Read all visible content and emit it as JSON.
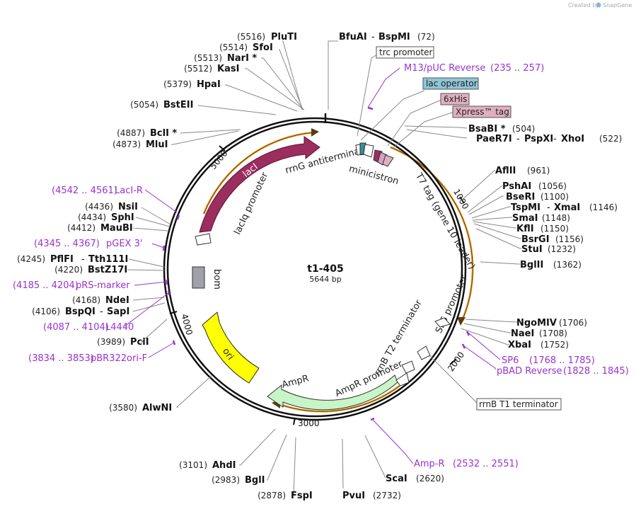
{
  "branding": {
    "created_by": "Created by",
    "product": "SnapGene"
  },
  "plasmid": {
    "name": "t1-405",
    "size": "5644 bp"
  },
  "ticks": [
    "1000",
    "2000",
    "3000",
    "4000",
    "5000"
  ],
  "enzymes": [
    {
      "id": "plut1",
      "pos": "(5516)",
      "name": "PluTI"
    },
    {
      "id": "sfoi",
      "pos": "(5514)",
      "name": "SfoI"
    },
    {
      "id": "nari",
      "pos": "(5513)",
      "name": "NarI *"
    },
    {
      "id": "kasi",
      "pos": "(5512)",
      "name": "KasI"
    },
    {
      "id": "hpai",
      "pos": "(5379)",
      "name": "HpaI"
    },
    {
      "id": "bsteii",
      "pos": "(5054)",
      "name": "BstEII"
    },
    {
      "id": "bcli",
      "pos": "(4887)",
      "name": "BclI *"
    },
    {
      "id": "mlui",
      "pos": "(4873)",
      "name": "MluI"
    },
    {
      "id": "nsii",
      "pos": "(4436)",
      "name": "NsiI"
    },
    {
      "id": "sphi",
      "pos": "(4434)",
      "name": "SphI"
    },
    {
      "id": "maubi",
      "pos": "(4412)",
      "name": "MauBI"
    },
    {
      "id": "pflfi",
      "pos": "(4245)",
      "name": "PflFI",
      "name2": "Tth111I"
    },
    {
      "id": "bstz17i",
      "pos": "(4220)",
      "name": "BstZ17I"
    },
    {
      "id": "ndei",
      "pos": "(4168)",
      "name": "NdeI"
    },
    {
      "id": "bspqi",
      "pos": "(4106)",
      "name": "BspQI",
      "name2": "SapI"
    },
    {
      "id": "pcii",
      "pos": "(3989)",
      "name": "PciI"
    },
    {
      "id": "alwni",
      "pos": "(3580)",
      "name": "AlwNI"
    },
    {
      "id": "ahdi",
      "pos": "(3101)",
      "name": "AhdI"
    },
    {
      "id": "bgli",
      "pos": "(2983)",
      "name": "BglI"
    },
    {
      "id": "fspi",
      "pos": "(2878)",
      "name": "FspI"
    },
    {
      "id": "pvui",
      "pos": "(2732)",
      "name": "PvuI"
    },
    {
      "id": "scai",
      "name": "ScaI",
      "pos": "(2620)"
    },
    {
      "id": "bfuai",
      "name": "BfuAI",
      "name2": "BspMI",
      "pos": "(72)"
    },
    {
      "id": "bsabi",
      "name": "BsaBI *",
      "pos": "(504)"
    },
    {
      "id": "paer7i",
      "name": "PaeR7I",
      "name2": "PspXI",
      "name3": "XhoI",
      "pos": "(522)"
    },
    {
      "id": "aflii",
      "name": "AflII",
      "pos": "(961)"
    },
    {
      "id": "pshai",
      "name": "PshAI",
      "pos": "(1056)"
    },
    {
      "id": "bseri",
      "name": "BseRI",
      "pos": "(1100)"
    },
    {
      "id": "tspmi",
      "name": "TspMI",
      "name2": "XmaI",
      "pos": "(1146)"
    },
    {
      "id": "smai",
      "name": "SmaI",
      "pos": "(1148)"
    },
    {
      "id": "kfli",
      "name": "KflI",
      "pos": "(1150)"
    },
    {
      "id": "bsrgi",
      "name": "BsrGI",
      "pos": "(1156)"
    },
    {
      "id": "stui",
      "name": "StuI",
      "pos": "(1232)"
    },
    {
      "id": "bglii",
      "name": "BglII",
      "pos": "(1362)"
    },
    {
      "id": "ngomiv",
      "name": "NgoMIV",
      "pos": "(1706)"
    },
    {
      "id": "naei",
      "name": "NaeI",
      "pos": "(1708)"
    },
    {
      "id": "xbai",
      "name": "XbaI",
      "pos": "(1752)"
    }
  ],
  "primers": [
    {
      "id": "laci-r",
      "pos": "(4542 .. 4561)",
      "name": "LacI-R"
    },
    {
      "id": "pgex3",
      "pos": "(4345 .. 4367)",
      "name": "pGEX 3'"
    },
    {
      "id": "prs-marker",
      "pos": "(4185 .. 4204)",
      "name": "pRS-marker"
    },
    {
      "id": "l4440",
      "pos": "(4087 .. 4104)",
      "name": "L4440"
    },
    {
      "id": "pbr322ori-f",
      "pos": "(3834 .. 3853)",
      "name": "pBR322ori-F"
    },
    {
      "id": "m13-puc-rev",
      "name": "M13/pUC Reverse",
      "pos": "(235 .. 257)"
    },
    {
      "id": "sp6",
      "name": "SP6",
      "pos": "(1768 .. 1785)"
    },
    {
      "id": "pbad-rev",
      "name": "pBAD Reverse",
      "pos": "(1828 .. 1845)"
    },
    {
      "id": "amp-r",
      "name": "Amp-R",
      "pos": "(2532 .. 2551)"
    }
  ],
  "boxed_features": {
    "trc_promoter": "trc promoter",
    "lac_operator": "lac operator",
    "his_tag": "6xHis",
    "xpress_tag": "Xpress™ tag",
    "rrnb_t1": "rrnB T1 terminator"
  },
  "map_features": {
    "laci": "lacI",
    "laciq_promoter": "lacIq promoter",
    "rrng": "rrnG antiterminator",
    "minicistron": "minicistron",
    "t7_tag": "T7 tag (gene 10 leader)",
    "bom": "bom",
    "ori": "ori",
    "ampr": "AmpR",
    "ampr_promoter": "AmpR promoter",
    "rrnb_t2": "rrnB T2 terminator",
    "sp6_promoter": "SP6 promoter"
  },
  "colors": {
    "backbone": "#111111",
    "laci": "#9b2d5f",
    "ori": "#ffff00",
    "ampr": "#c8f5c8",
    "bom": "#a0a0a8",
    "primer": "#9933cc",
    "orf": "#f5a623",
    "lac_operator_box": "#8ec6d6",
    "tag_box": "#e0b0c0"
  }
}
